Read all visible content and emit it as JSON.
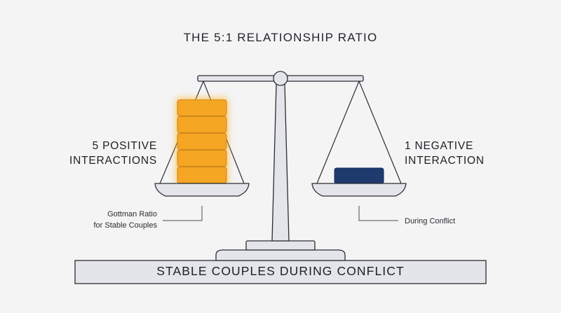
{
  "title": "THE 5:1 RELATIONSHIP RATIO",
  "left_pan": {
    "label_line1": "5 POSITIVE",
    "label_line2": "INTERACTIONS",
    "callout_line1": "Gottman Ratio",
    "callout_line2": "for Stable Couples",
    "block_count": 5,
    "block_color": "#f5a623"
  },
  "right_pan": {
    "label_line1": "1 NEGATIVE",
    "label_line2": "INTERACTION",
    "callout": "During Conflict",
    "block_count": 1,
    "block_color": "#1f3a6e"
  },
  "base_label": "STABLE COUPLES DURING CONFLICT",
  "colors": {
    "background": "#f4f4f5",
    "scale_fill": "#e3e5ea",
    "outline": "#2b2d33",
    "glow": "#ffb733"
  }
}
